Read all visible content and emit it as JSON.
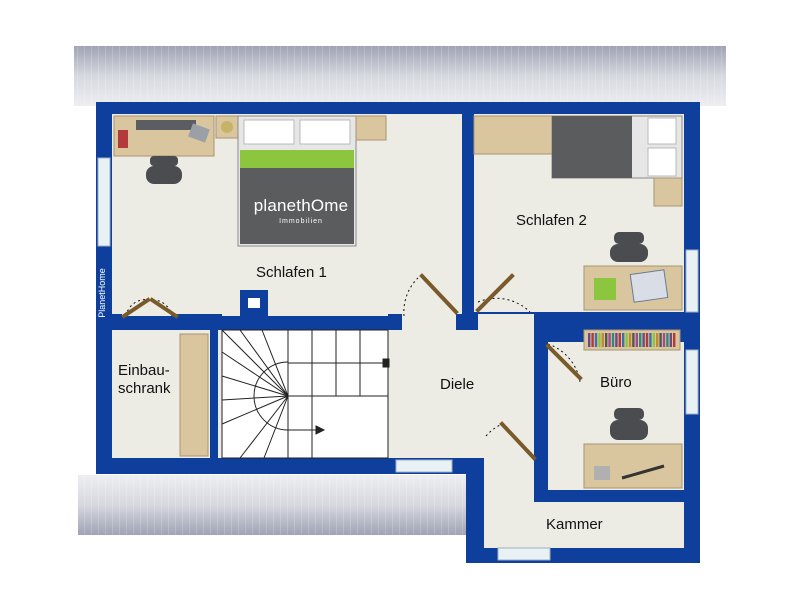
{
  "floorplan": {
    "rooms": {
      "schlafen1": "Schlafen 1",
      "schlafen2": "Schlafen 2",
      "diele": "Diele",
      "buero": "Büro",
      "kammer": "Kammer",
      "einbauschrank_line1": "Einbau-",
      "einbauschrank_line2": "schrank"
    },
    "watermark": "PlanetHome",
    "bed_logo": {
      "name": "planethOme",
      "sub": "Immobilien"
    },
    "colors": {
      "wall": "#0f3f9c",
      "floor": "#ecebe4",
      "roof": "#c3c5d0",
      "furniture_wood": "#d9c69f",
      "bed_cover": "#5b5c5e",
      "bed_accent": "#8cc63f"
    }
  }
}
